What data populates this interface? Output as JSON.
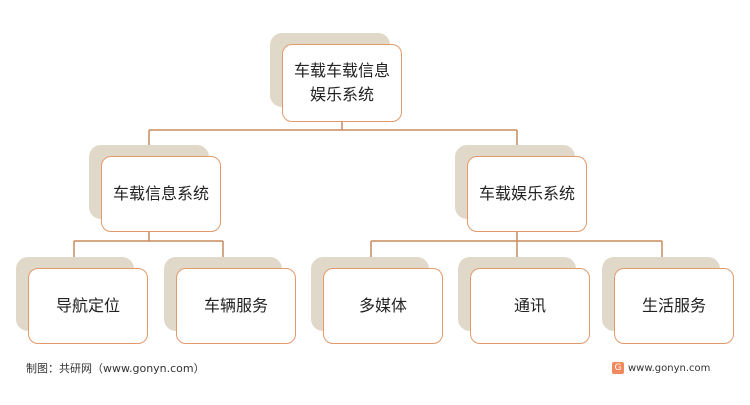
{
  "colors": {
    "border": "#e29a6b",
    "shadow": "#e0d8c8",
    "connector": "#c98b5f"
  },
  "diagram": {
    "root": {
      "line1": "车载车载信息",
      "line2": "娱乐系统"
    },
    "level1": [
      {
        "label": "车载信息系统"
      },
      {
        "label": "车载娱乐系统"
      }
    ],
    "level2": [
      {
        "label": "导航定位"
      },
      {
        "label": "车辆服务"
      },
      {
        "label": "多媒体"
      },
      {
        "label": "通讯"
      },
      {
        "label": "生活服务"
      }
    ]
  },
  "footer": {
    "source": "制图：共研网（www.gonyn.com）",
    "logo_text": "G",
    "website": "www.gonyn.com"
  }
}
